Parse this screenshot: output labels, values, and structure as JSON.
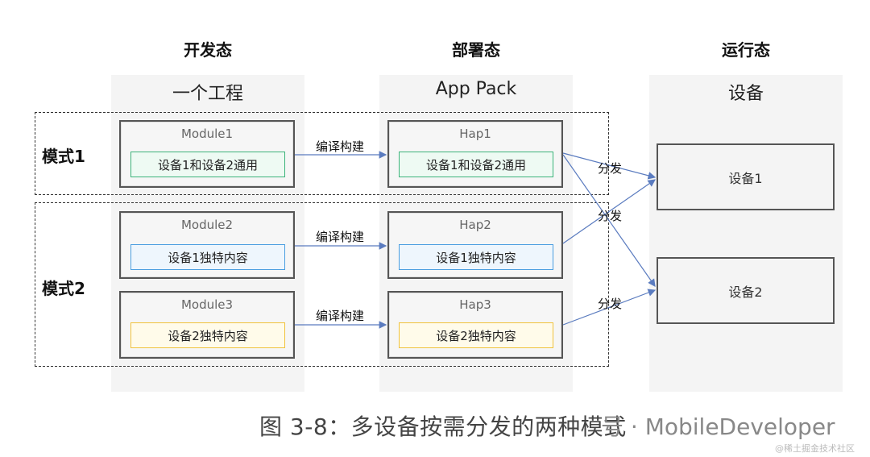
{
  "columns": {
    "dev": {
      "title": "开发态",
      "subtitle": "一个工程"
    },
    "deploy": {
      "title": "部署态",
      "subtitle": "App Pack"
    },
    "run": {
      "title": "运行态",
      "subtitle": "设备"
    }
  },
  "modes": {
    "mode1": "模式1",
    "mode2": "模式2"
  },
  "modules": [
    {
      "title": "Module1",
      "content": "设备1和设备2通用"
    },
    {
      "title": "Module2",
      "content": "设备1独特内容"
    },
    {
      "title": "Module3",
      "content": "设备2独特内容"
    }
  ],
  "haps": [
    {
      "title": "Hap1",
      "content": "设备1和设备2通用"
    },
    {
      "title": "Hap2",
      "content": "设备1独特内容"
    },
    {
      "title": "Hap3",
      "content": "设备2独特内容"
    }
  ],
  "compile_label": "编译构建",
  "distribute_label": "分发",
  "devices": [
    "设备1",
    "设备2"
  ],
  "caption": "图 3-8：多设备按需分发的两种模式",
  "watermark": "号 · MobileDeveloper",
  "corner_mark": "@稀土掘金技术社区",
  "colors": {
    "common": "#3cb37a",
    "device1": "#4a9ee0",
    "device2": "#f0c23c",
    "arrow": "#5a7bbf"
  }
}
